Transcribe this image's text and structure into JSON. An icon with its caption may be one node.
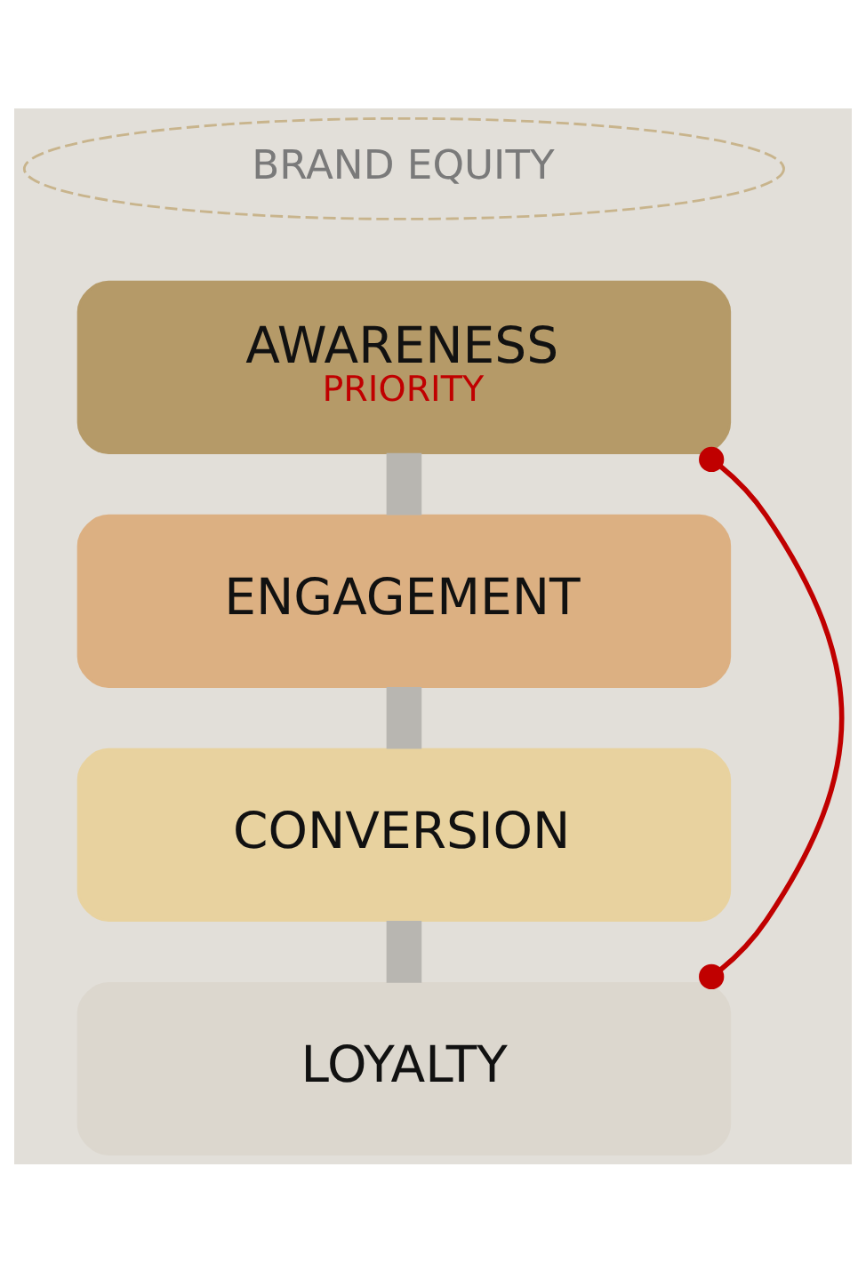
{
  "diagram": {
    "nodes": [
      {
        "text": [
          "BRAND EQUITY"
        ]
      },
      {
        "text": [
          "AWARENESS",
          "PRIORITY"
        ]
      },
      {
        "text": [
          "ENGAGEMENT"
        ]
      },
      {
        "text": [
          "CONVERSION"
        ]
      },
      {
        "text": [
          "LOYALTY"
        ]
      }
    ],
    "edges": [
      {
        "from": 1,
        "to": 2,
        "arrow": "none"
      },
      {
        "from": 2,
        "to": 3,
        "arrow": "none"
      },
      {
        "from": 3,
        "to": 4,
        "arrow": "none"
      },
      {
        "from": 1,
        "to": 4,
        "arrow": "other",
        "color": "#c00000"
      }
    ]
  }
}
